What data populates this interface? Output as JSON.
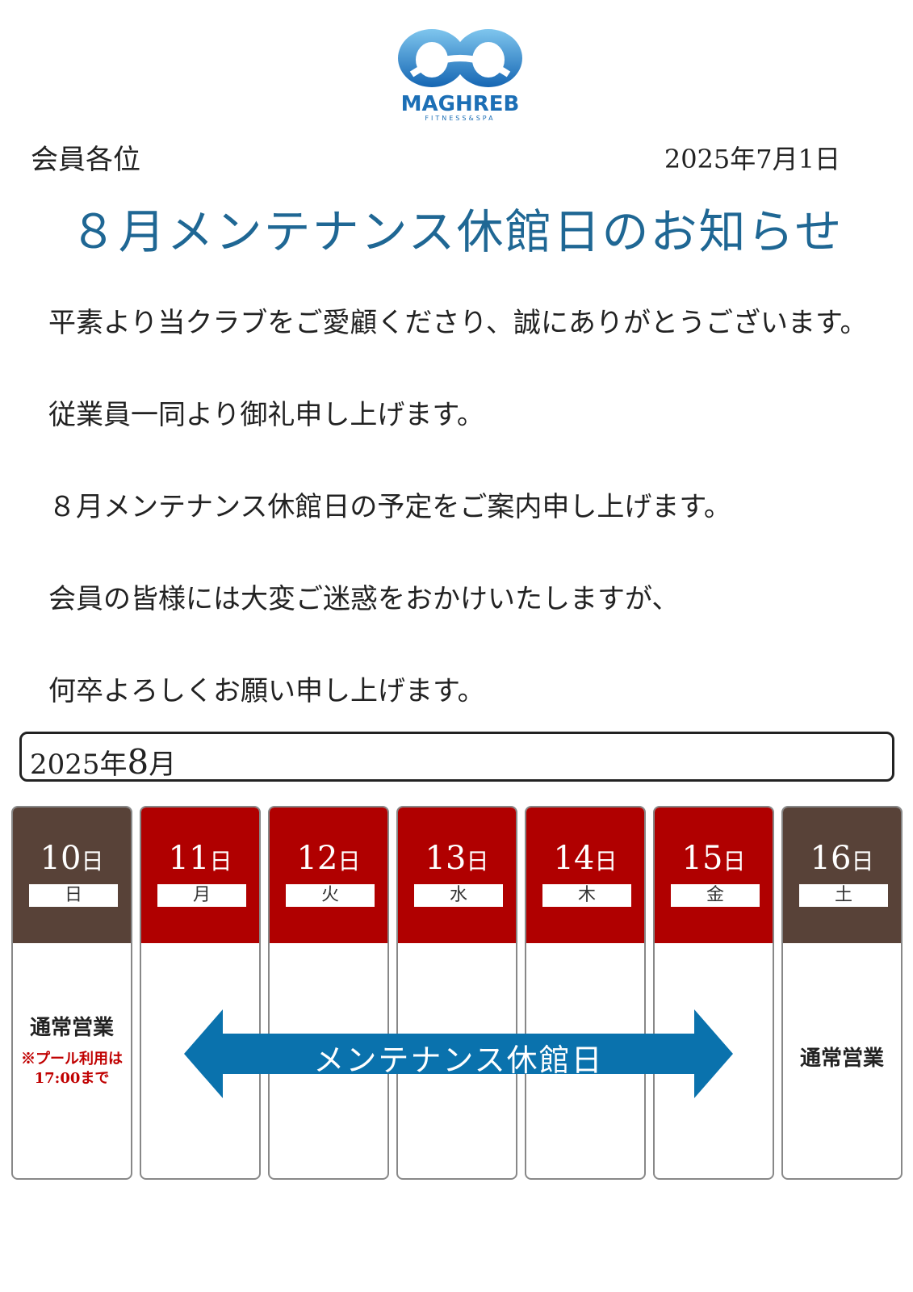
{
  "header": {
    "logo_brand": "MAGHREB",
    "logo_sub": "FITNESS&SPA",
    "addressee": "会員各位",
    "date": "2025年7月1日",
    "title": "８月メンテナンス休館日のお知らせ"
  },
  "body": {
    "paragraphs": [
      "平素より当クラブをご愛顧くださり、誠にありがとうございます。",
      "従業員一同より御礼申し上げます。",
      "８月メンテナンス休館日の予定をご案内申し上げます。",
      "会員の皆様には大変ご迷惑をおかけいたしますが、",
      "何卒よろしくお願い申し上げます。"
    ]
  },
  "calendar": {
    "year_label": "2025年",
    "month_num": "8",
    "month_suffix": "月",
    "days": [
      {
        "num": "10",
        "unit": "日",
        "weekday": "日"
      },
      {
        "num": "11",
        "unit": "日",
        "weekday": "月"
      },
      {
        "num": "12",
        "unit": "日",
        "weekday": "火"
      },
      {
        "num": "13",
        "unit": "日",
        "weekday": "水"
      },
      {
        "num": "14",
        "unit": "日",
        "weekday": "木"
      },
      {
        "num": "15",
        "unit": "日",
        "weekday": "金"
      },
      {
        "num": "16",
        "unit": "日",
        "weekday": "土"
      }
    ],
    "sunday_note": "通常営業",
    "sunday_pool_note_1": "※プール利用は",
    "sunday_pool_note_2": "17:00まで",
    "closure_label": "メンテナンス休館日",
    "saturday_note": "通常営業"
  },
  "colors": {
    "title_blue": "#1f6794",
    "closed_red": "#b00000",
    "open_brown": "#584238",
    "arrow_blue": "#0a72ad"
  }
}
